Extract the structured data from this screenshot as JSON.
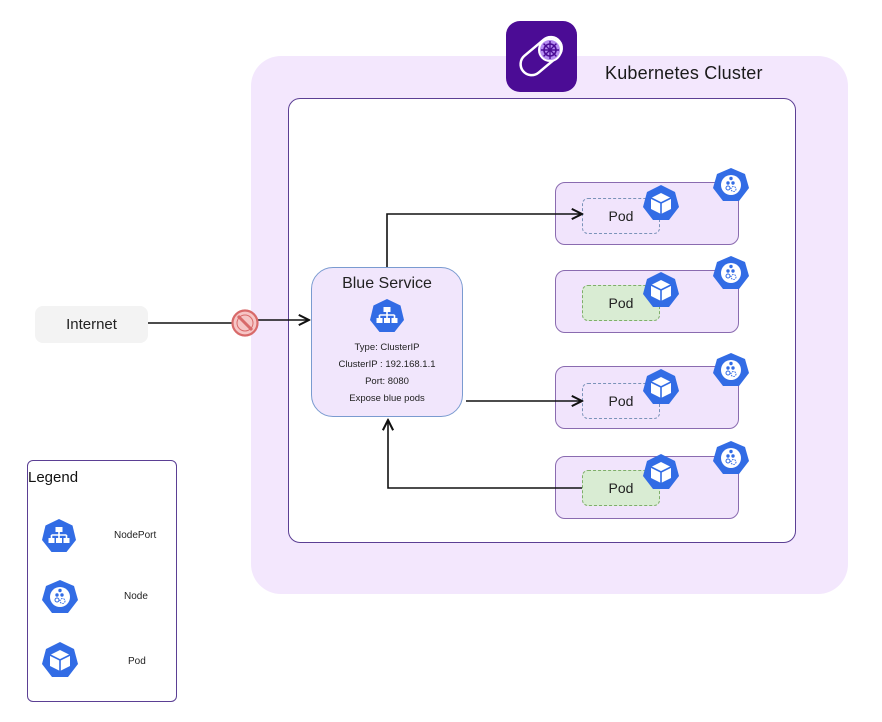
{
  "cluster": {
    "title": "Kubernetes Cluster",
    "logo_icon": "kubernetes-helm-icon",
    "colors": {
      "background": "#f3e7fd",
      "border": "#5b3f94",
      "logo_bg": "#4b0c95"
    }
  },
  "internet": {
    "label": "Internet"
  },
  "blocked_icon": "no-entry-icon",
  "service": {
    "title": "Blue Service",
    "icon": "service-icon",
    "lines": [
      "Type: ClusterIP",
      "ClusterIP : 192.168.1.1",
      "Port: 8080",
      "Expose blue pods"
    ]
  },
  "nodes": [
    {
      "pod_label": "Pod",
      "pod_style": "blue-dashed",
      "connected": "incoming"
    },
    {
      "pod_label": "Pod",
      "pod_style": "green",
      "connected": "none"
    },
    {
      "pod_label": "Pod",
      "pod_style": "blue-dashed",
      "connected": "incoming"
    },
    {
      "pod_label": "Pod",
      "pod_style": "green",
      "connected": "outgoing"
    }
  ],
  "legend": {
    "title": "Legend",
    "items": [
      {
        "icon": "nodeport-icon",
        "label": "NodePort"
      },
      {
        "icon": "node-icon",
        "label": "Node"
      },
      {
        "icon": "pod-icon",
        "label": "Pod"
      }
    ]
  },
  "colors": {
    "k8s_blue": "#326ce5",
    "blocked": "#e57373",
    "pod_green": "#d9ecd3"
  }
}
